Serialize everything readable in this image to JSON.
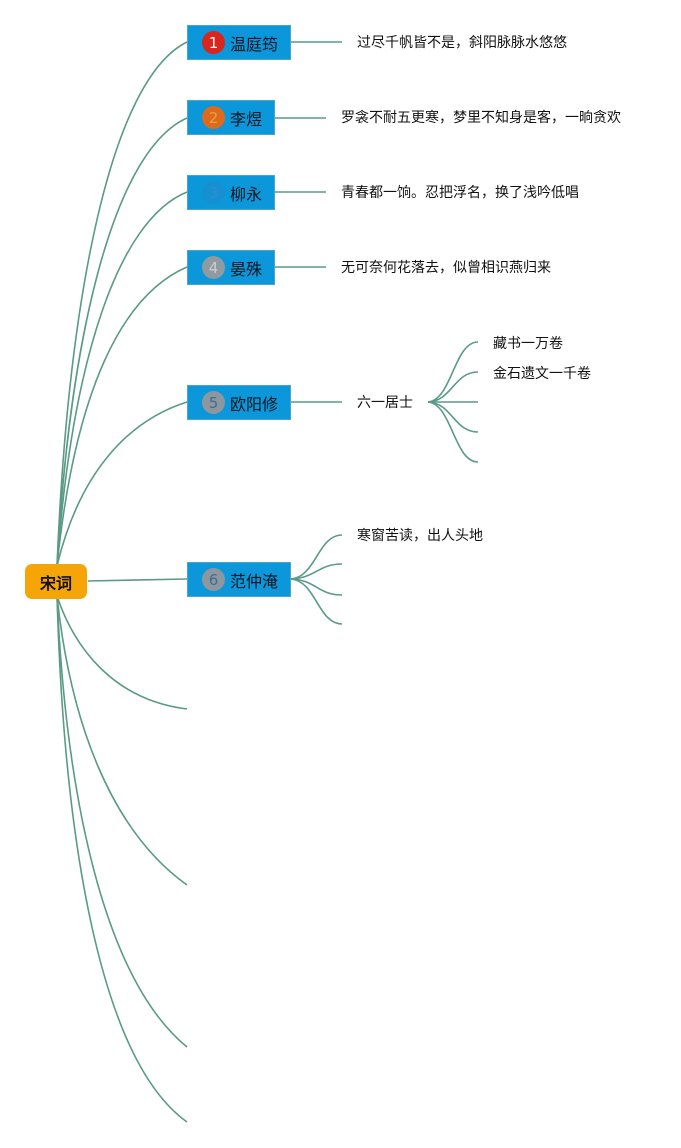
{
  "root": {
    "label": "宋词"
  },
  "poets": [
    {
      "number": "1",
      "name": "温庭筠",
      "quote": "过尽千帆皆不是，斜阳脉脉水悠悠"
    },
    {
      "number": "2",
      "name": "李煜",
      "quote": "罗衾不耐五更寒，梦里不知身是客，一晌贪欢"
    },
    {
      "number": "3",
      "name": "柳永",
      "quote": "青春都一饷。忍把浮名，换了浅吟低唱"
    },
    {
      "number": "4",
      "name": "晏殊",
      "quote": "无可奈何花落去，似曾相识燕归来"
    },
    {
      "number": "5",
      "name": "欧阳修",
      "detail": "六一居士",
      "subs": [
        "藏书一万卷",
        "金石遗文一千卷"
      ]
    },
    {
      "number": "6",
      "name": "范仲淹",
      "subs": [
        "寒窗苦读，出人头地"
      ]
    }
  ]
}
